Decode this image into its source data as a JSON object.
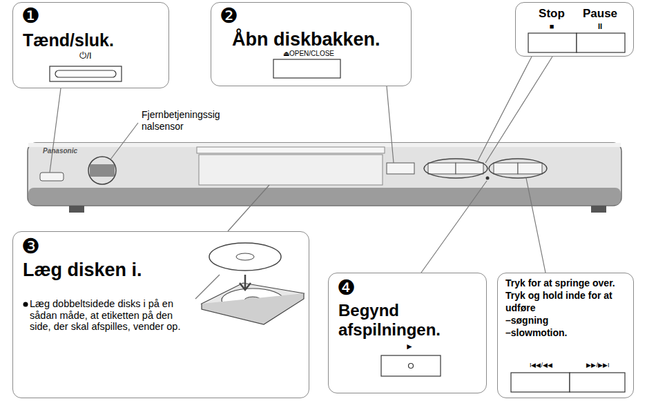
{
  "diagram": {
    "nodes": [
      {
        "text": [
          "❶",
          "Tænd/sluk.",
          "⏻/I"
        ]
      },
      {
        "text": [
          "❷",
          "Åbn diskbakken.",
          "⏏OPEN/CLOSE"
        ]
      },
      {
        "text": [
          "Stop",
          "Pause",
          "■",
          "II"
        ]
      },
      {
        "text": [
          "❸",
          "Læg disken i.",
          "Læg dobbeltsidede disks i på en sådan måde, at etiketten på den side, der skal afspilles, vender op."
        ]
      },
      {
        "text": [
          "❹",
          "Begynd afspilningen.",
          "►"
        ]
      },
      {
        "text": [
          "Tryk for at springe over.",
          "Tryk og hold inde for at",
          "udføre",
          "–søgning",
          "–slowmotion.",
          "I◀◀/◀◀",
          "▶▶/▶▶I"
        ]
      }
    ],
    "labels": [
      "Fjernbetjeningssig nalsensor",
      "Panasonic"
    ]
  }
}
